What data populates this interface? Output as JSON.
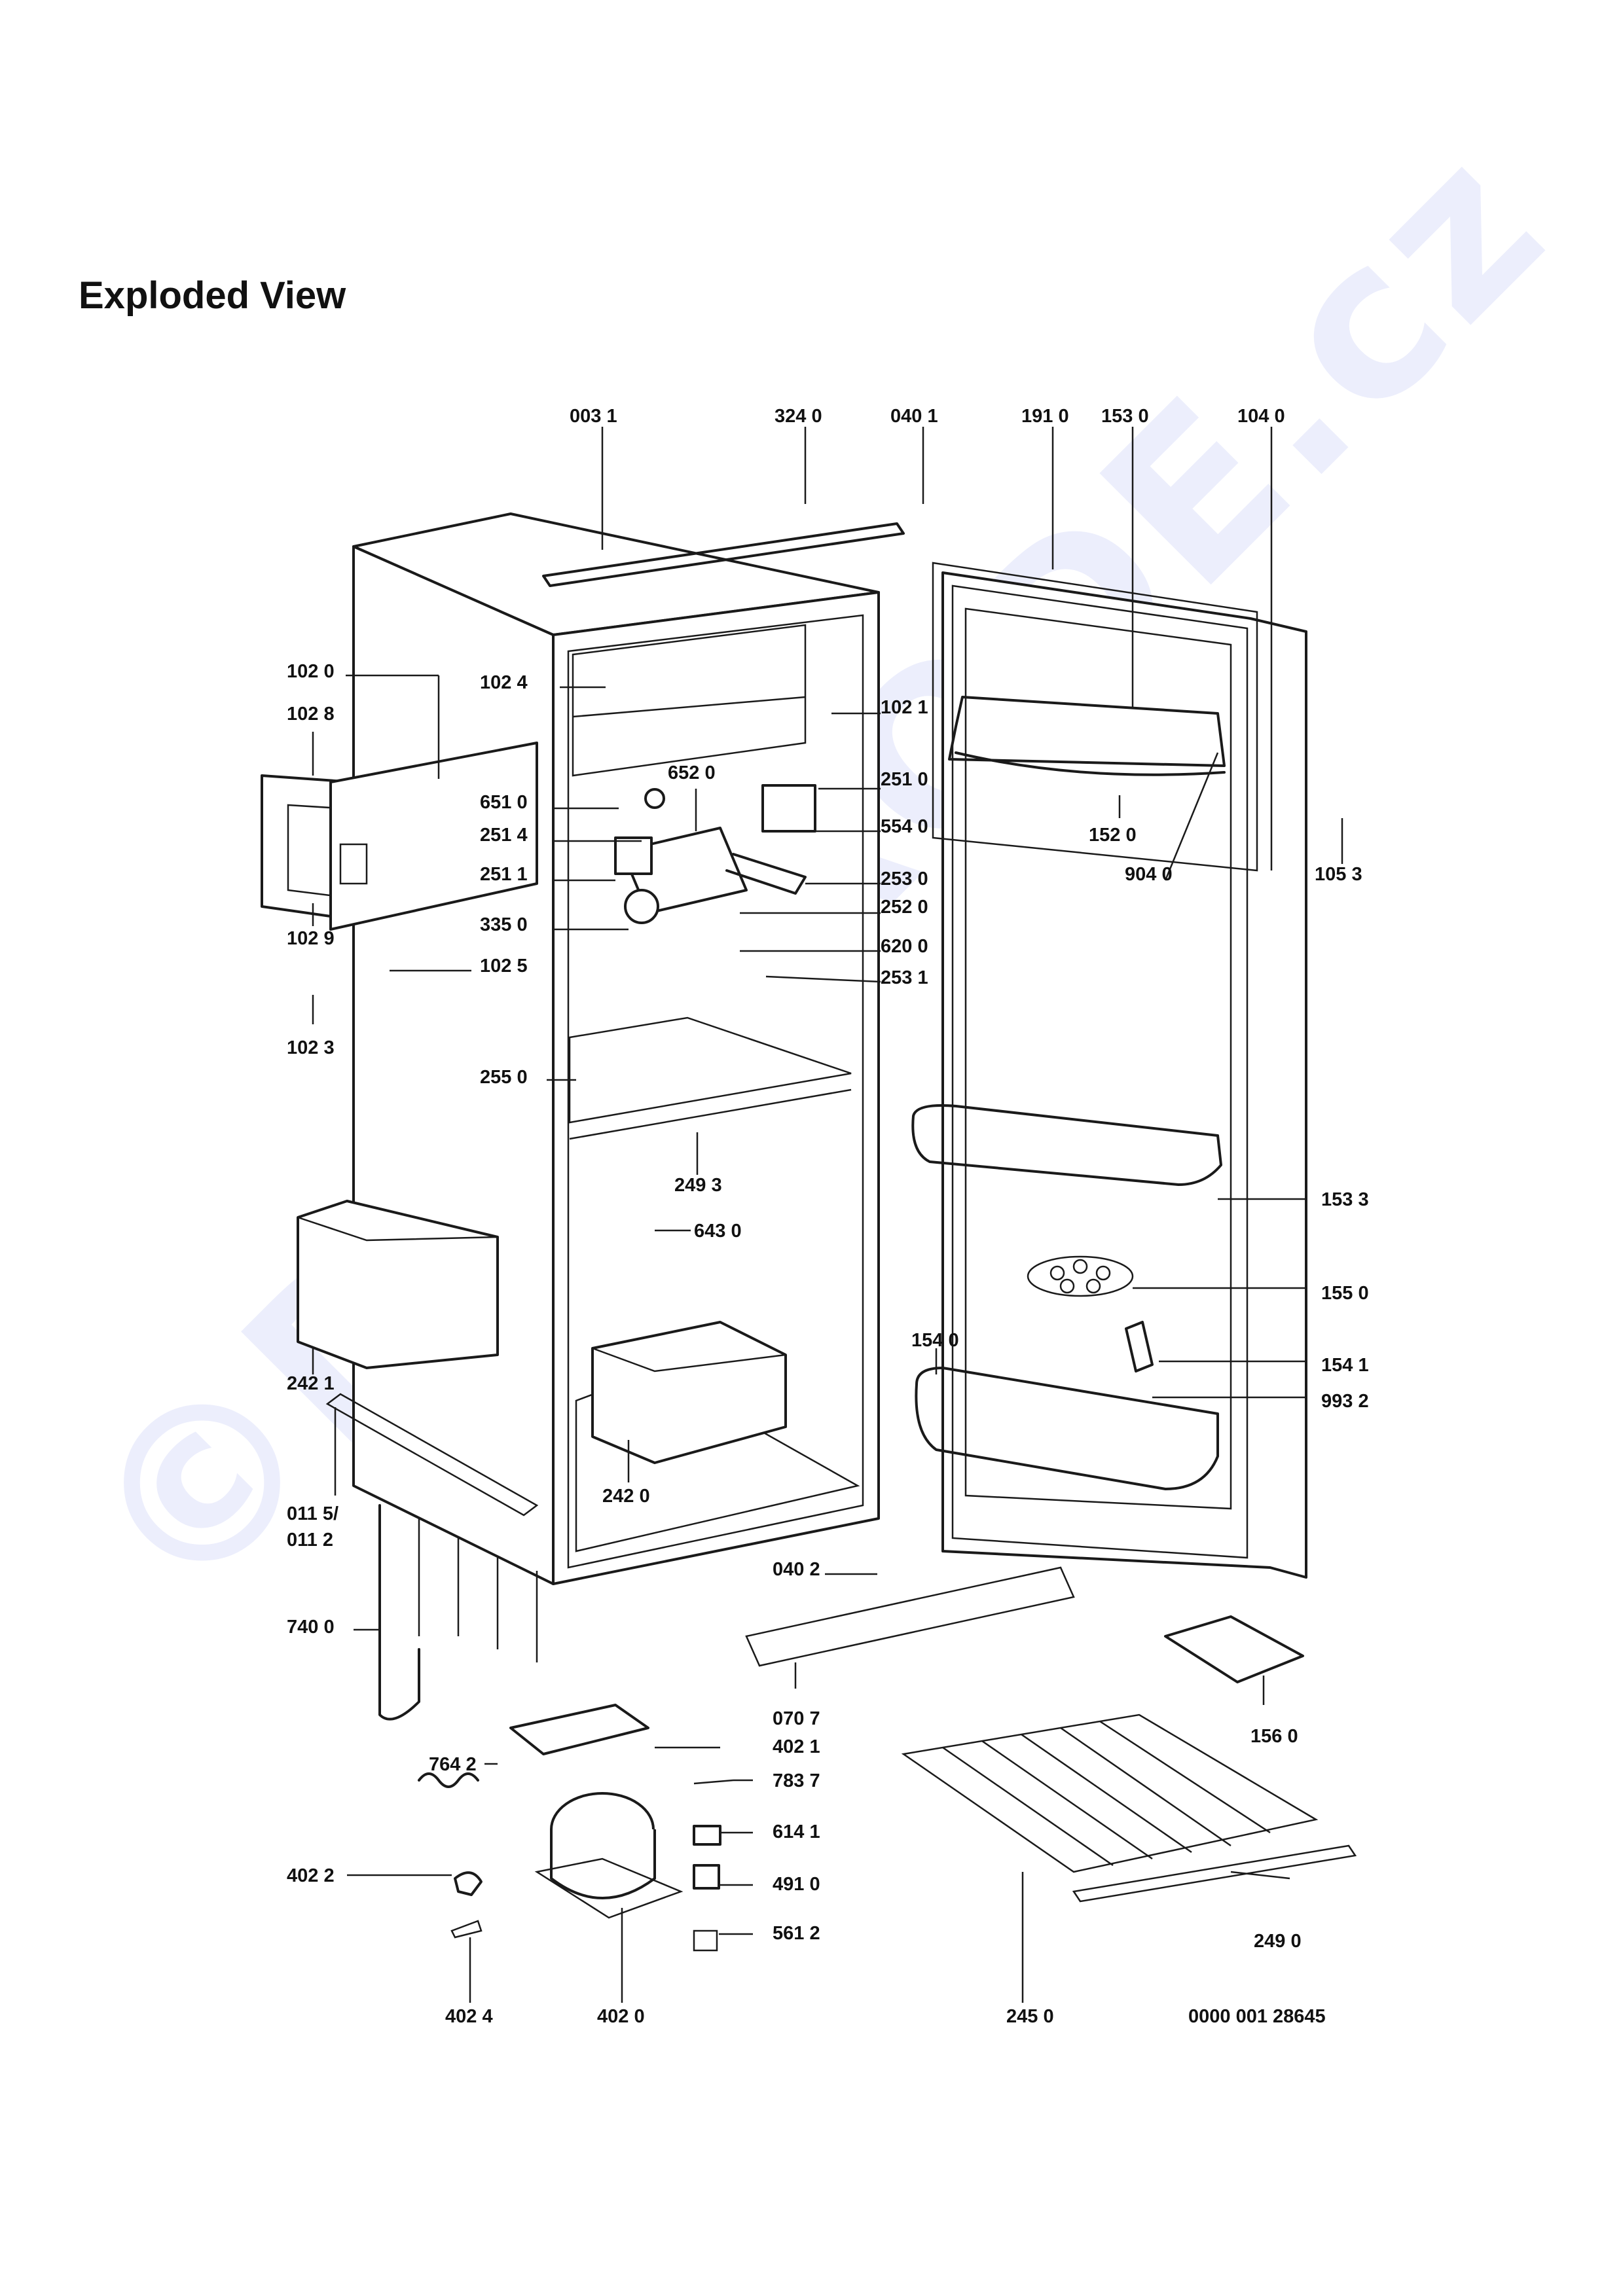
{
  "title": "Exploded View",
  "watermark": "©DIY-PRODE.cz",
  "document_code": "0000 001 28645",
  "parts": [
    {
      "id": "p0031",
      "label": "003 1"
    },
    {
      "id": "p3240",
      "label": "324 0"
    },
    {
      "id": "p0401",
      "label": "040 1"
    },
    {
      "id": "p1910",
      "label": "191 0"
    },
    {
      "id": "p1530",
      "label": "153 0"
    },
    {
      "id": "p1040",
      "label": "104 0"
    },
    {
      "id": "p1020",
      "label": "102 0"
    },
    {
      "id": "p1028",
      "label": "102 8"
    },
    {
      "id": "p1024",
      "label": "102 4"
    },
    {
      "id": "p1021",
      "label": "102 1"
    },
    {
      "id": "p6520",
      "label": "652 0"
    },
    {
      "id": "p2510",
      "label": "251 0"
    },
    {
      "id": "p6510",
      "label": "651 0"
    },
    {
      "id": "p5540",
      "label": "554 0"
    },
    {
      "id": "p2514",
      "label": "251 4"
    },
    {
      "id": "p1520",
      "label": "152 0"
    },
    {
      "id": "p2511",
      "label": "251 1"
    },
    {
      "id": "p2530",
      "label": "253 0"
    },
    {
      "id": "p9040",
      "label": "904 0"
    },
    {
      "id": "p1053",
      "label": "105 3"
    },
    {
      "id": "p2520",
      "label": "252 0"
    },
    {
      "id": "p3350",
      "label": "335 0"
    },
    {
      "id": "p1029",
      "label": "102 9"
    },
    {
      "id": "p6200",
      "label": "620 0"
    },
    {
      "id": "p1025",
      "label": "102 5"
    },
    {
      "id": "p2531",
      "label": "253 1"
    },
    {
      "id": "p1023",
      "label": "102 3"
    },
    {
      "id": "p2550",
      "label": "255 0"
    },
    {
      "id": "p2493",
      "label": "249 3"
    },
    {
      "id": "p1533",
      "label": "153 3"
    },
    {
      "id": "p6430",
      "label": "643 0"
    },
    {
      "id": "p1550",
      "label": "155 0"
    },
    {
      "id": "p1540",
      "label": "154 0"
    },
    {
      "id": "p1541",
      "label": "154 1"
    },
    {
      "id": "p2421",
      "label": "242 1"
    },
    {
      "id": "p9932",
      "label": "993 2"
    },
    {
      "id": "p2420",
      "label": "242 0"
    },
    {
      "id": "p0115",
      "label": "011 5/"
    },
    {
      "id": "p0112",
      "label": "011 2"
    },
    {
      "id": "p0402",
      "label": "040 2"
    },
    {
      "id": "p7400",
      "label": "740 0"
    },
    {
      "id": "p0707",
      "label": "070 7"
    },
    {
      "id": "p1560",
      "label": "156 0"
    },
    {
      "id": "p4021",
      "label": "402 1"
    },
    {
      "id": "p7642",
      "label": "764 2"
    },
    {
      "id": "p7837",
      "label": "783 7"
    },
    {
      "id": "p6141",
      "label": "614 1"
    },
    {
      "id": "p4022",
      "label": "402 2"
    },
    {
      "id": "p4910",
      "label": "491 0"
    },
    {
      "id": "p5612",
      "label": "561 2"
    },
    {
      "id": "p2490",
      "label": "249 0"
    },
    {
      "id": "p4024",
      "label": "402 4"
    },
    {
      "id": "p4020",
      "label": "402 0"
    },
    {
      "id": "p2450",
      "label": "245 0"
    }
  ]
}
